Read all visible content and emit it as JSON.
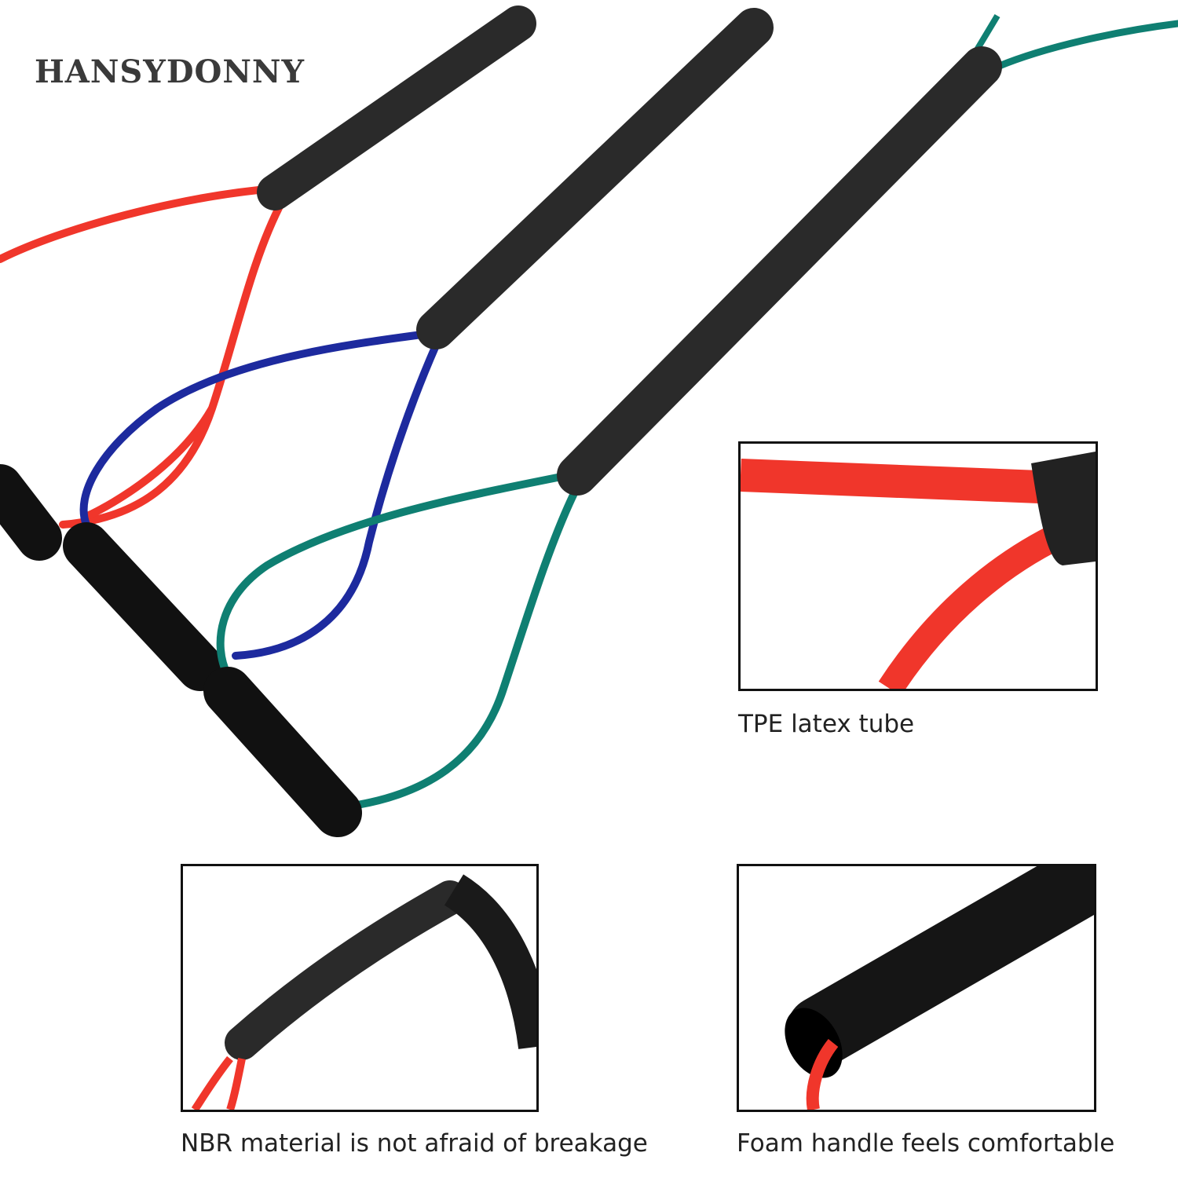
{
  "brand": {
    "name": "HANSYDONNY"
  },
  "colors": {
    "red_band": "#f0362b",
    "blue_band": "#1d2a9e",
    "teal_band": "#0f7f72",
    "foam": "#111111",
    "sleeve": "#2a2a2a"
  },
  "features": [
    {
      "caption": "TPE latex tube",
      "icon": "red-tube-closeup"
    },
    {
      "caption": "NBR material is not afraid of breakage",
      "icon": "sleeve-closeup"
    },
    {
      "caption": "Foam handle feels comfortable",
      "icon": "foam-handle-closeup"
    }
  ]
}
